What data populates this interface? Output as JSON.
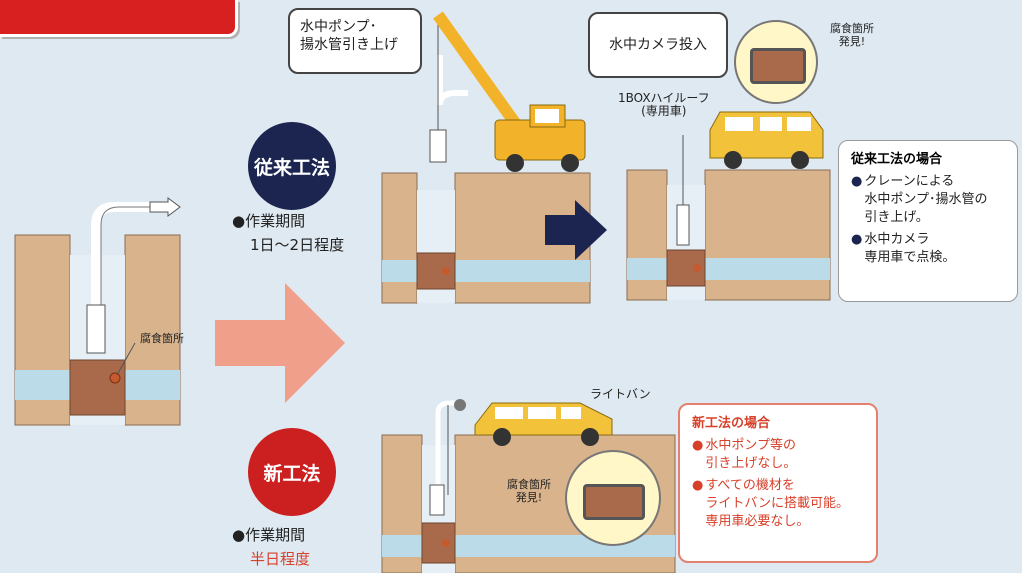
{
  "left": {
    "corrosion_label": "腐食箇所"
  },
  "conventional": {
    "badge": "従来工法",
    "period_label": "●作業期間",
    "period_value": "1日〜2日程度",
    "step1_callout_line1": "水中ポンプ･",
    "step1_callout_line2": "揚水管引き上げ",
    "step2_callout": "水中カメラ投入",
    "vehicle_line1": "1BOXハイルーフ",
    "vehicle_line2": "(専用車)",
    "found_line1": "腐食箇所",
    "found_line2": "発見!",
    "note_title": "従来工法の場合",
    "note_items": [
      {
        "dot": "●",
        "lines": [
          "クレーンによる",
          "水中ポンプ･揚水管の",
          "引き上げ。"
        ]
      },
      {
        "dot": "●",
        "lines": [
          "水中カメラ",
          "専用車で点検。"
        ]
      }
    ]
  },
  "new_method": {
    "badge": "新工法",
    "period_label": "●作業期間",
    "period_value": "半日程度",
    "vehicle": "ライトバン",
    "found_line1": "腐食箇所",
    "found_line2": "発見!",
    "note_title": "新工法の場合",
    "note_items": [
      {
        "dot": "●",
        "lines": [
          "水中ポンプ等の",
          "引き上げなし。"
        ]
      },
      {
        "dot": "●",
        "lines": [
          "すべての機材を",
          "ライトバンに搭載可能。",
          "専用車必要なし。"
        ]
      }
    ]
  },
  "colors": {
    "background": "#dfe9f1",
    "earth": "#d8b38c",
    "water": "#bcdbe9",
    "corrosion": "#a86a4a",
    "conventional_badge": "#1b2550",
    "new_badge": "#cc1f1f",
    "new_text": "#d8402a",
    "crane": "#f2b32a"
  }
}
